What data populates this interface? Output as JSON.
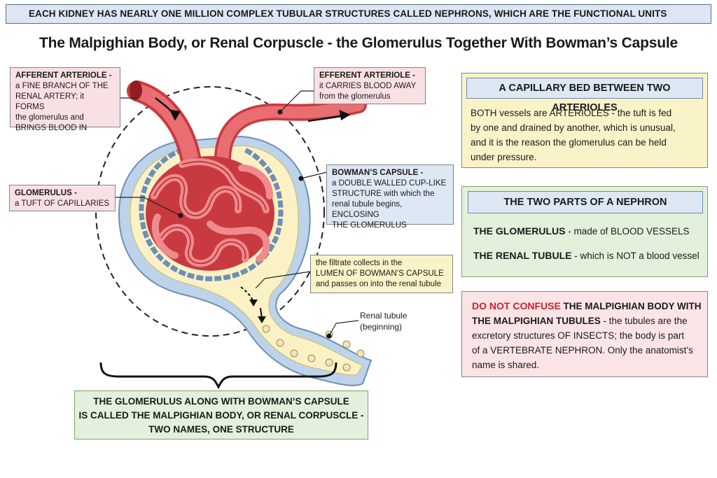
{
  "banner": "EACH KIDNEY HAS NEARLY ONE MILLION COMPLEX TUBULAR STRUCTURES CALLED NEPHRONS, WHICH ARE THE FUNCTIONAL UNITS",
  "title": "The Malpighian Body, or Renal Corpuscle - the Glomerulus Together With Bowman’s Capsule",
  "labels": {
    "afferent": {
      "head": "AFFERENT ARTERIOLE -",
      "lines": [
        "a FINE BRANCH OF THE",
        "RENAL ARTERY; it FORMS",
        "the glomerulus and",
        "BRINGS BLOOD IN"
      ]
    },
    "efferent": {
      "head": "EFFERENT ARTERIOLE -",
      "lines": [
        "it CARRIES BLOOD AWAY",
        "from the glomerulus"
      ]
    },
    "glomerulus": {
      "head": "GLOMERULUS -",
      "lines": [
        "a TUFT OF CAPILLARIES"
      ]
    },
    "bowman": {
      "head": "BOWMAN’S CAPSULE -",
      "lines": [
        "a DOUBLE WALLED CUP-LIKE",
        "STRUCTURE with which the",
        "renal tubule begins, ENCLOSING",
        "THE GLOMERULUS"
      ]
    },
    "filtrate": {
      "lines": [
        "the filtrate collects in the",
        "LUMEN OF BOWMAN’S CAPSULE",
        "and passes on into the renal tubule"
      ]
    },
    "tubule": {
      "lines": [
        "Renal tubule",
        "(beginning)"
      ]
    }
  },
  "bottom_caption": [
    "THE GLOMERULUS ALONG WITH BOWMAN’S CAPSULE",
    "IS CALLED THE MALPIGHIAN BODY, OR RENAL CORPUSCLE -",
    "TWO NAMES, ONE STRUCTURE"
  ],
  "capillary_box": {
    "head": "A CAPILLARY BED BETWEEN TWO ARTERIOLES",
    "lines": [
      "BOTH vessels are ARTERIOLES - the tuft is fed",
      "by one and drained by another, which is unusual,",
      "and it is the reason the glomerulus can be held",
      "under pressure."
    ]
  },
  "parts_box": {
    "head": "THE TWO PARTS OF A NEPHRON",
    "item1_bold": "THE GLOMERULUS",
    "item1_rest": " - made of BLOOD VESSELS",
    "item2_bold": "THE RENAL TUBULE",
    "item2_rest": " - which is NOT a blood vessel"
  },
  "confuse_box": {
    "red": "DO NOT CONFUSE",
    "bold1": " THE MALPIGHIAN BODY WITH",
    "bold2": "THE MALPIGHIAN TUBULES",
    "rest2": " - the tubules are the",
    "lines": [
      "excretory structures OF INSECTS; the body is part",
      "of a VERTEBRATE NEPHRON. Only the anatomist’s",
      "name is shared."
    ]
  },
  "colors": {
    "vessel": "#e0555a",
    "capsule_wall": "#bcd3ea",
    "lumen": "#fbf1c4",
    "note_red": "#d0202a"
  }
}
